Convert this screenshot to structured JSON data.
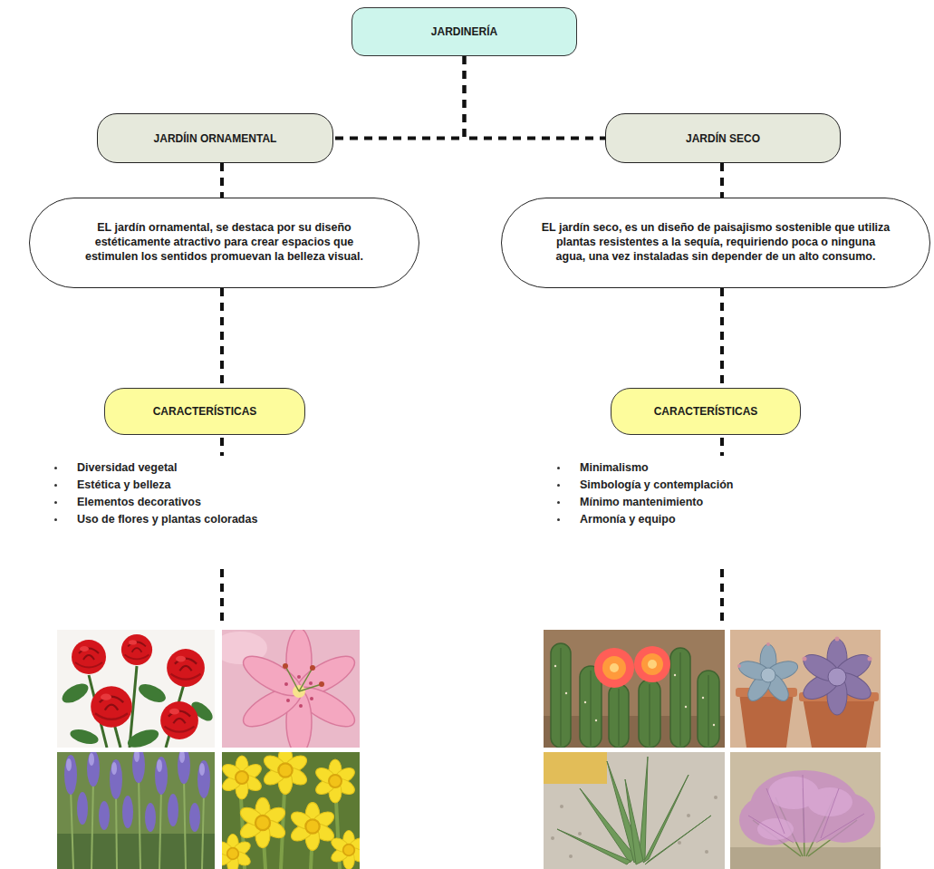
{
  "diagram": {
    "nodes": [
      {
        "text": [
          "JARDINERÍA"
        ]
      },
      {
        "text": [
          "JARDÍIN ORNAMENTAL"
        ]
      },
      {
        "text": [
          "JARDÍN SECO"
        ]
      },
      {
        "text": [
          "EL jardín ornamental, se destaca por su diseño estéticamente atractivo para crear espacios que estimulen los sentidos promuevan la belleza visual."
        ]
      },
      {
        "text": [
          "EL jardín seco, es un diseño de paisajismo sostenible que utiliza plantas resistentes a la sequía, requiriendo poca o ninguna agua, una vez instaladas sin depender de un alto consumo."
        ]
      },
      {
        "text": [
          "CARACTERÍSTICAS"
        ]
      },
      {
        "text": [
          "CARACTERÍSTICAS"
        ]
      }
    ],
    "edges": [
      {
        "from": 0,
        "to": 1,
        "arrow": "none"
      },
      {
        "from": 0,
        "to": 2,
        "arrow": "none"
      },
      {
        "from": 1,
        "to": 3,
        "arrow": "none"
      },
      {
        "from": 2,
        "to": 4,
        "arrow": "none"
      },
      {
        "from": 3,
        "to": 5,
        "arrow": "none"
      },
      {
        "from": 4,
        "to": 6,
        "arrow": "none"
      }
    ],
    "labels": [
      "Diversidad vegetal",
      "Estética y belleza",
      "Elementos decorativos",
      "Uso de flores y plantas coloradas",
      "Minimalismo",
      "Simbología y contemplación",
      "Mínimo mantenimiento",
      "Armonía y equipo"
    ]
  }
}
